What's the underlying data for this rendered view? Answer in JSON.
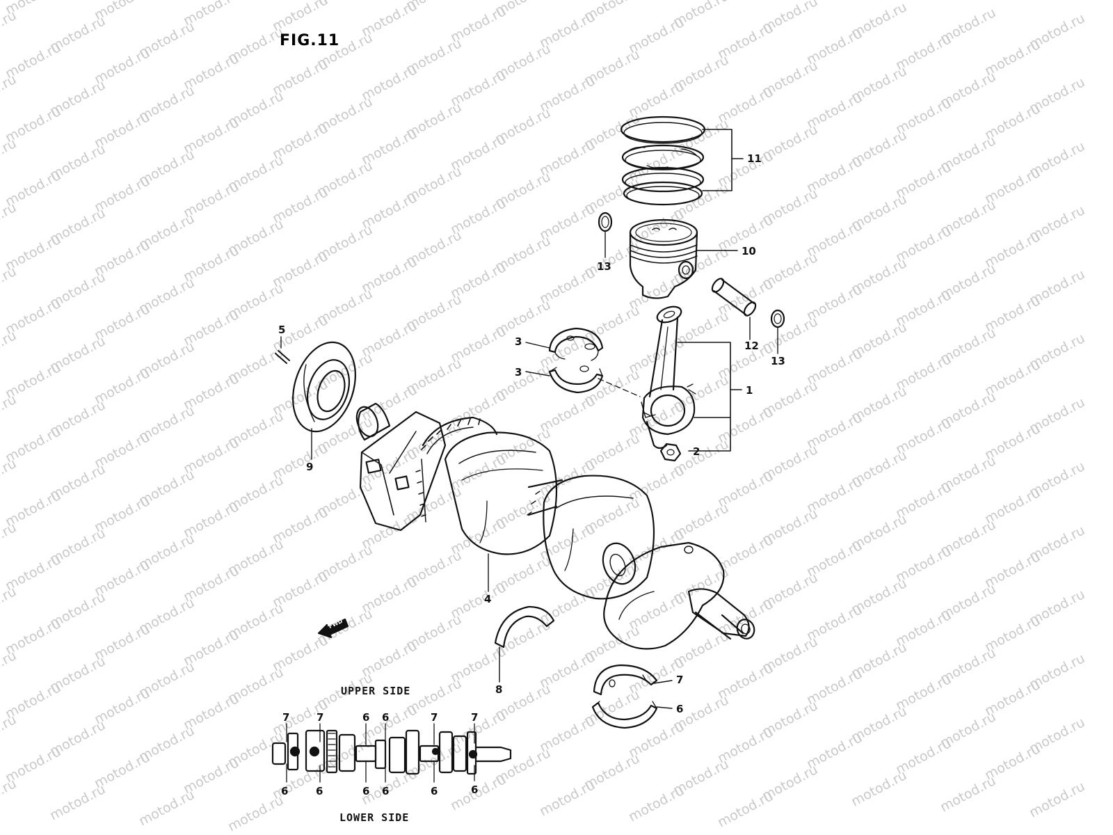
{
  "figure_title": "FIG.11",
  "watermark": "motod.ru",
  "upper_side_label": "UPPER SIDE",
  "lower_side_label": "LOWER SIDE",
  "callouts": {
    "c1": "1",
    "c2": "2",
    "c3a": "3",
    "c3b": "3",
    "c4": "4",
    "c5": "5",
    "c6": "6",
    "c7": "7",
    "c8": "8",
    "c9": "9",
    "c10": "10",
    "c11": "11",
    "c12": "12",
    "c13a": "13",
    "c13b": "13"
  },
  "bearing_map": {
    "upper": [
      "7",
      "7",
      "6",
      "6",
      "7",
      "7"
    ],
    "lower": [
      "6",
      "6",
      "6",
      "6",
      "6",
      "6"
    ]
  },
  "front_arrow_text": "FWD"
}
